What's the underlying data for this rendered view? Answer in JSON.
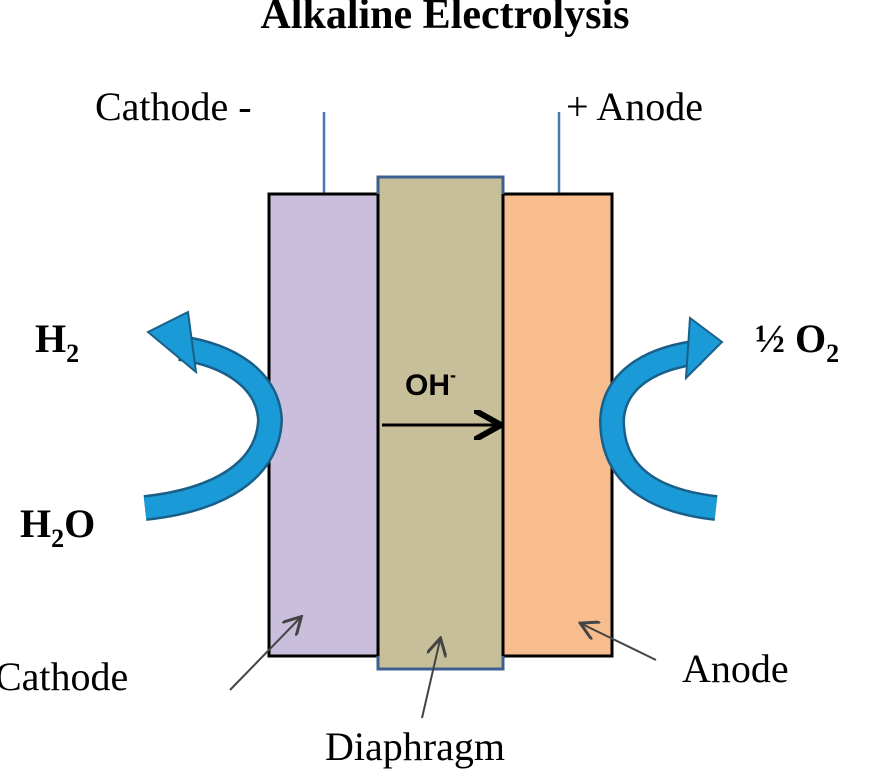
{
  "title": "Alkaline Electrolysis",
  "terminals": {
    "cathode": "Cathode -",
    "anode": "+ Anode"
  },
  "species": {
    "h2": "H",
    "h2_sub": "2",
    "h2o_h": "H",
    "h2o_sub": "2",
    "h2o_o": "O",
    "o2": "½ O",
    "o2_sub": "2",
    "oh": "OH",
    "oh_sup": "-"
  },
  "parts": {
    "cathode": "Cathode",
    "diaphragm": "Diaphragm",
    "anode": "Anode"
  },
  "colors": {
    "cathode": "#c9bfdc",
    "diaphragm": "#c7bf99",
    "anode": "#f7bd8f",
    "flow_arrow": "#1a9ad6",
    "wire": "#4a78b0"
  }
}
